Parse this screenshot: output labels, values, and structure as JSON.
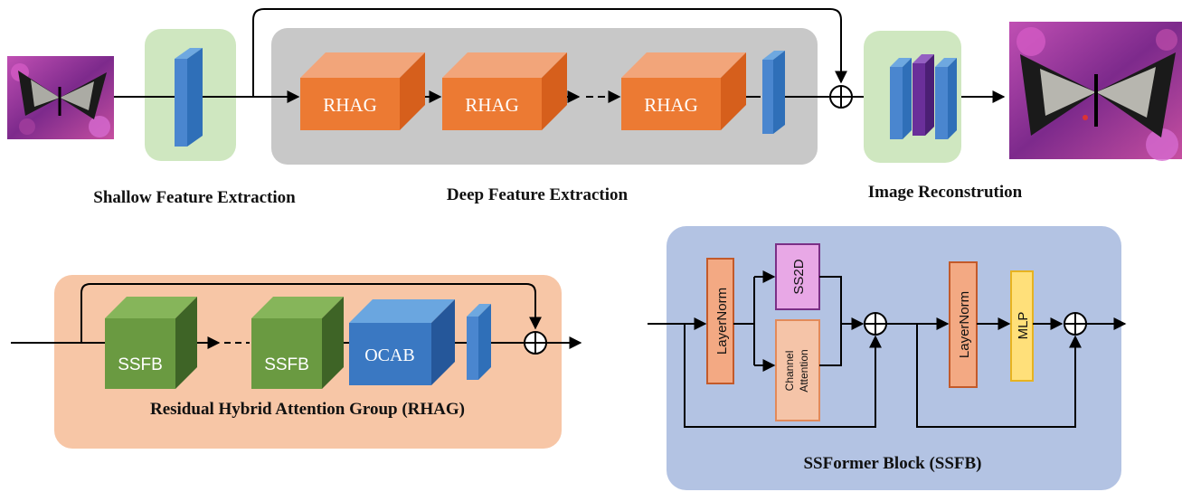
{
  "sections": {
    "shallow": "Shallow Feature Extraction",
    "deep": "Deep  Feature Extraction",
    "reconstruction": "Image Reconstrution"
  },
  "rhag_blocks": [
    "RHAG",
    "RHAG",
    "RHAG"
  ],
  "rhag_detail": {
    "caption": "Residual Hybrid Attention Group (RHAG)",
    "blocks": [
      "SSFB",
      "SSFB",
      "OCAB"
    ]
  },
  "ssfb_detail": {
    "caption": "SSFormer Block (SSFB)",
    "layernorm1": "LayerNorm",
    "ss2d": "SS2D",
    "channel_attention_line1": "Channel",
    "channel_attention_line2": "Attention",
    "layernorm2": "LayerNorm",
    "mlp": "MLP"
  },
  "colors": {
    "green_panel": "#cfe7c0",
    "gray_panel": "#c8c8c8",
    "rhag_panel": "#f7c6a6",
    "ssfb_panel": "#b3c3e3",
    "conv_blue": "#4a86cf",
    "rhag_orange": "#ec7a33",
    "ssfb_green": "#6a9a41",
    "ocab_blue": "#3a78c2",
    "reconstruct_purple": "#6a2f9a",
    "layernorm": "#f3a983",
    "ss2d": "#e8a8e6",
    "mlp": "#ffe07a"
  },
  "images": {
    "input": "butterfly-low-resolution",
    "output": "butterfly-high-resolution"
  }
}
